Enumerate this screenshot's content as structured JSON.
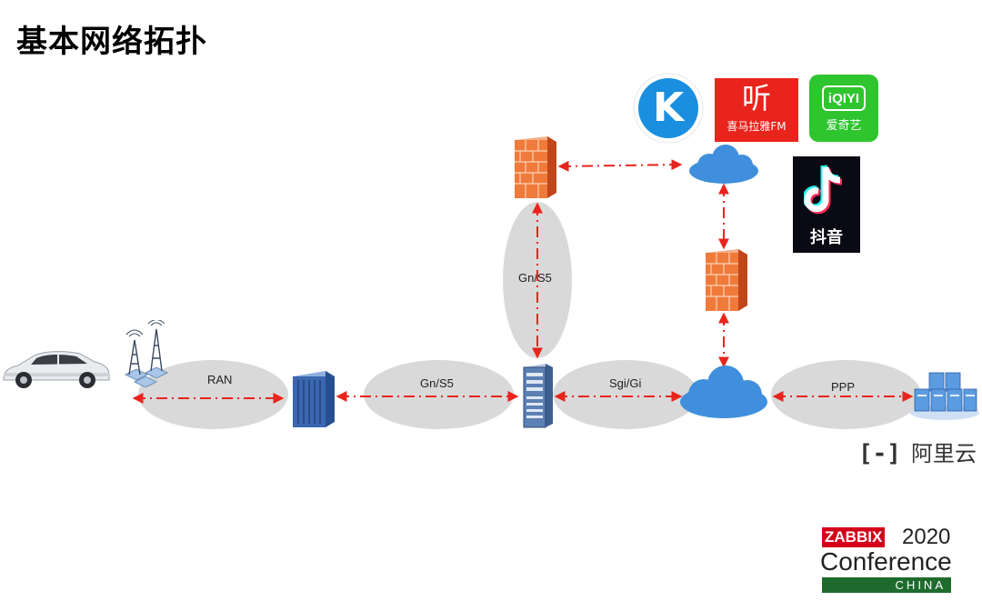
{
  "page": {
    "title": "基本网络拓扑"
  },
  "links": {
    "ran": "RAN",
    "gn_s5_horizontal": "Gn/S5",
    "gn_s5_vertical": "Gn/S5",
    "sgi_gi": "Sgi/Gi",
    "ppp": "PPP"
  },
  "apps": {
    "kugou": {
      "letter": "K",
      "color": "#1a8fe0"
    },
    "ximalaya": {
      "glyph": "听",
      "label": "喜马拉雅FM",
      "color": "#e8241c"
    },
    "iqiyi": {
      "glyph": "iQIYI",
      "label": "爱奇艺",
      "color": "#2ec52e"
    },
    "douyin": {
      "label": "抖音",
      "color": "#0a0a14"
    }
  },
  "aliyun": {
    "bracket": "[-]",
    "name": "阿里云"
  },
  "conference": {
    "brand": "ZABBIX",
    "year": "2020",
    "title": "Conference",
    "region": "CHINA",
    "brand_color": "#d4001a",
    "region_color": "#1e6b2e"
  },
  "colors": {
    "link_arrow": "#e8241c",
    "ellipse": "#d9d9d9",
    "cloud": "#3f8fdc",
    "firewall": "#f07a3a",
    "server": "#2b5ea8"
  }
}
